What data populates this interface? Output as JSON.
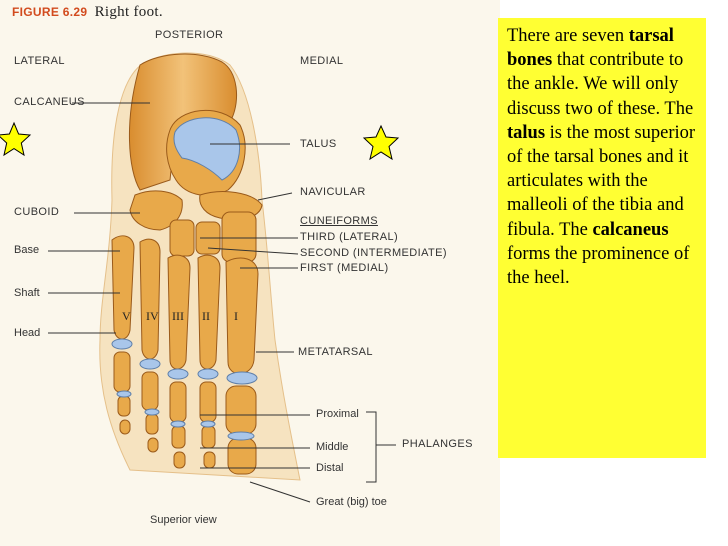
{
  "figure": {
    "number": "FIGURE 6.29",
    "title": "Right foot.",
    "caption": "Superior view",
    "labels": {
      "posterior": "POSTERIOR",
      "lateral": "LATERAL",
      "medial": "MEDIAL",
      "calcaneus": "CALCANEUS",
      "talus": "TALUS",
      "navicular": "NAVICULAR",
      "cuboid": "CUBOID",
      "cuneiforms": "CUNEIFORMS",
      "third": "THIRD (LATERAL)",
      "second": "SECOND (INTERMEDIATE)",
      "first": "FIRST (MEDIAL)",
      "base": "Base",
      "shaft": "Shaft",
      "head": "Head",
      "metatarsal": "METATARSAL",
      "proximal": "Proximal",
      "middle": "Middle",
      "distal": "Distal",
      "phalanges": "PHALANGES",
      "great_toe": "Great (big) toe"
    },
    "roman_numerals": [
      "V",
      "IV",
      "III",
      "II",
      "I"
    ]
  },
  "info": {
    "t1": "There are seven ",
    "b1": "tarsal bones",
    "t2": " that contribute to the ankle.  We will only discuss two of these.  The ",
    "b2": "talus",
    "t3": " is the most superior of the tarsal bones and it articulates with the malleoli of the tibia and fibula.  The ",
    "b3": "calcaneus",
    "t4": " forms the prominence of the heel."
  },
  "colors": {
    "bone": "#e8a94a",
    "cartilage": "#a9c6ea",
    "star": "#ffff00",
    "box": "#ffff33"
  }
}
